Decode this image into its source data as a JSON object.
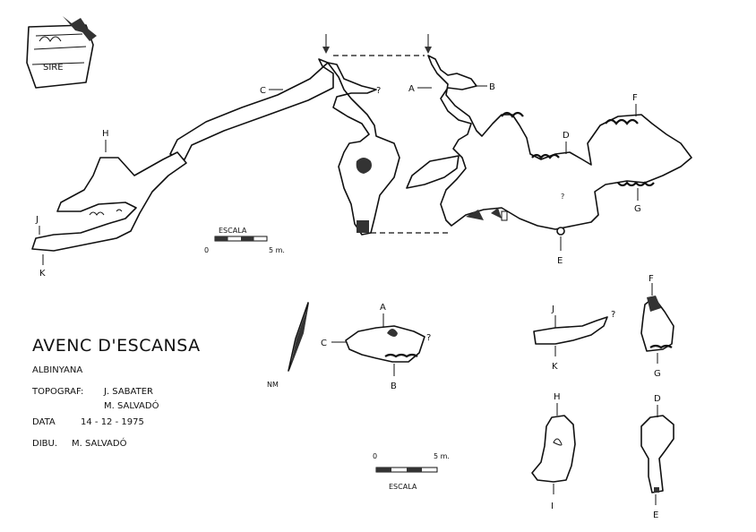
{
  "title": "AVENC D'ESCANSA",
  "location": "ALBINYANA",
  "topography_label": "TOPOGRAF:",
  "topographers": [
    "J. SABATER",
    "M. SALVADÓ"
  ],
  "date_label": "DATA",
  "date": "14 - 12 - 1975",
  "drawing_label": "DIBU.",
  "drawer": "M. SALVADÓ",
  "logo_text": "SIRE",
  "north_label": "NM",
  "scale_plan": {
    "label": "ESCALA",
    "start": "0",
    "end": "5 m."
  },
  "scale_sections": {
    "label": "ESCALA",
    "start": "0",
    "end": "5 m."
  },
  "profile_labels": {
    "H": "H",
    "J": "J",
    "K": "K",
    "C": "C",
    "A": "A",
    "B": "B",
    "D": "D",
    "F": "F",
    "G": "G",
    "E": "E",
    "q1": "?",
    "q2": "?"
  },
  "section_labels": {
    "ACB_A": "A",
    "ACB_C": "C",
    "ACB_B": "B",
    "ACB_q": "?",
    "JK_J": "J",
    "JK_K": "K",
    "JK_q": "?",
    "FG_F": "F",
    "FG_G": "G",
    "HI_H": "H",
    "HI_I": "I",
    "DE_D": "D",
    "DE_E": "E"
  }
}
